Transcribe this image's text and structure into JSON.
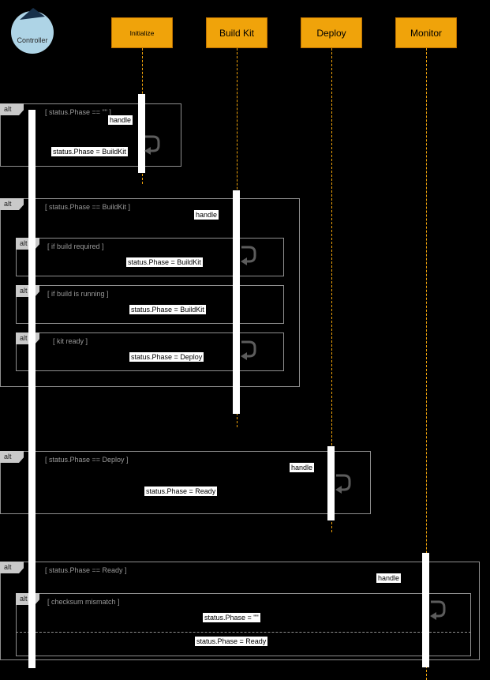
{
  "colors": {
    "background": "#000000",
    "lifeline_orange": "#f0a30a",
    "header_border": "#bd7000",
    "actor_fill": "#aed4e6",
    "actor_icon": "#17304a",
    "frame_border": "#8f8f8f",
    "guard_text": "#999999",
    "label_bg": "#ffffff",
    "label_text": "#000000"
  },
  "actor": {
    "label": "Controller"
  },
  "lifelines": {
    "initialize": {
      "label": "Initialize"
    },
    "buildkit": {
      "label": "Build Kit"
    },
    "deploy": {
      "label": "Deploy"
    },
    "monitor": {
      "label": "Monitor"
    }
  },
  "frames": {
    "f1": {
      "operator": "alt",
      "guard": "[ status.Phase == \"\" ]",
      "handle": "handle",
      "result": "status.Phase = BuildKit"
    },
    "f2": {
      "operator": "alt",
      "guard": "[ status.Phase == BuildKit ]",
      "handle": "handle",
      "sub_required": {
        "operator": "alt",
        "guard": "[ if build required ]",
        "result": "status.Phase = BuildKit"
      },
      "sub_running": {
        "operator": "alt",
        "guard": "[ if build is running ]",
        "result": "status.Phase = BuildKit"
      },
      "sub_ready": {
        "operator": "alt",
        "guard": "[ kit ready ]",
        "result": "status.Phase = Deploy"
      }
    },
    "f3": {
      "operator": "alt",
      "guard": "[ status.Phase == Deploy ]",
      "handle": "handle",
      "result": "status.Phase = Ready"
    },
    "f4": {
      "operator": "alt",
      "guard": "[ status.Phase == Ready ]",
      "handle": "handle",
      "sub_checksum": {
        "operator": "alt",
        "guard": "[ checksum mismatch ]",
        "result": "status.Phase = \"\"",
        "else_result": "status.Phase = Ready"
      }
    }
  }
}
